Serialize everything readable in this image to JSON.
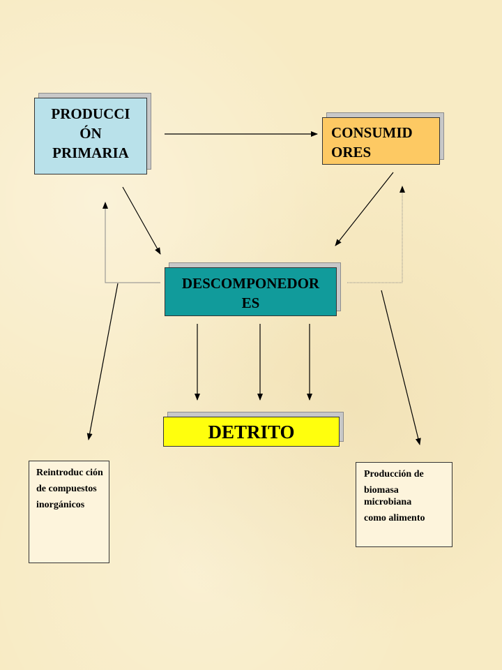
{
  "nodes": {
    "produccion_primaria": [
      "PRODUCCI",
      "ÓN",
      "PRIMARIA"
    ],
    "consumidores": [
      "CONSUMID",
      "ORES"
    ],
    "descomponedores": [
      "DESCOMPONEDOR",
      "ES"
    ],
    "detrito": "DETRITO"
  },
  "notes": {
    "reintroduccion": [
      "Reintroduc ción",
      "de compuestos",
      "inorgánicos"
    ],
    "produccion_biomasa": [
      "Producción de",
      "biomasa microbiana",
      "como alimento"
    ]
  },
  "colors": {
    "background": "#f8ebc4",
    "produccion_primaria": "#b9e1ea",
    "consumidores": "#fdc963",
    "descomponedores": "#119b9b",
    "detrito": "#ffff0d",
    "box_shadow": "#c8c8c8",
    "arrow": "#000000",
    "feedback_line": "#8a8a8a"
  }
}
